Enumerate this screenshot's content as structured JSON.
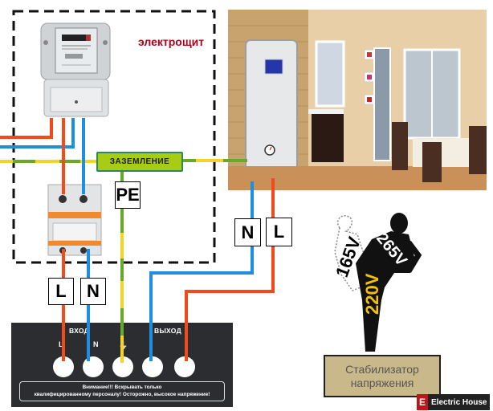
{
  "panel": {
    "title": "электрощит",
    "ground_label": "ЗАЗЕМЛЕНИЕ",
    "pe_label": "PE"
  },
  "wire_labels": {
    "input_L": "L",
    "input_N": "N",
    "output_N": "N",
    "output_L": "L"
  },
  "stabilizer_panel": {
    "input_label": "ВХОД",
    "output_label": "ВЫХОД",
    "input_L_mark": "L",
    "input_N_mark": "N",
    "ground_mark": "⏚",
    "warning_line1": "Внимание!!!  Вскрывать только",
    "warning_line2": "квалифицированному персоналу!   Осторожно, высокое напряжение!"
  },
  "figure": {
    "low_voltage": "165V",
    "high_voltage": "265V",
    "nominal_voltage": "220V"
  },
  "stabilizer_caption": {
    "line1": "Стабилизатор",
    "line2": "напряжения"
  },
  "brand": {
    "letter": "E",
    "name": "Electric House"
  },
  "colors": {
    "phase": "#f24a1a",
    "neutral": "#1e8fe0",
    "ground_green": "#6aa82a",
    "ground_yellow": "#f5d327",
    "title_red": "#b0001a",
    "panel_dark": "#2b2d30",
    "caption_bg": "#c9b98a"
  }
}
